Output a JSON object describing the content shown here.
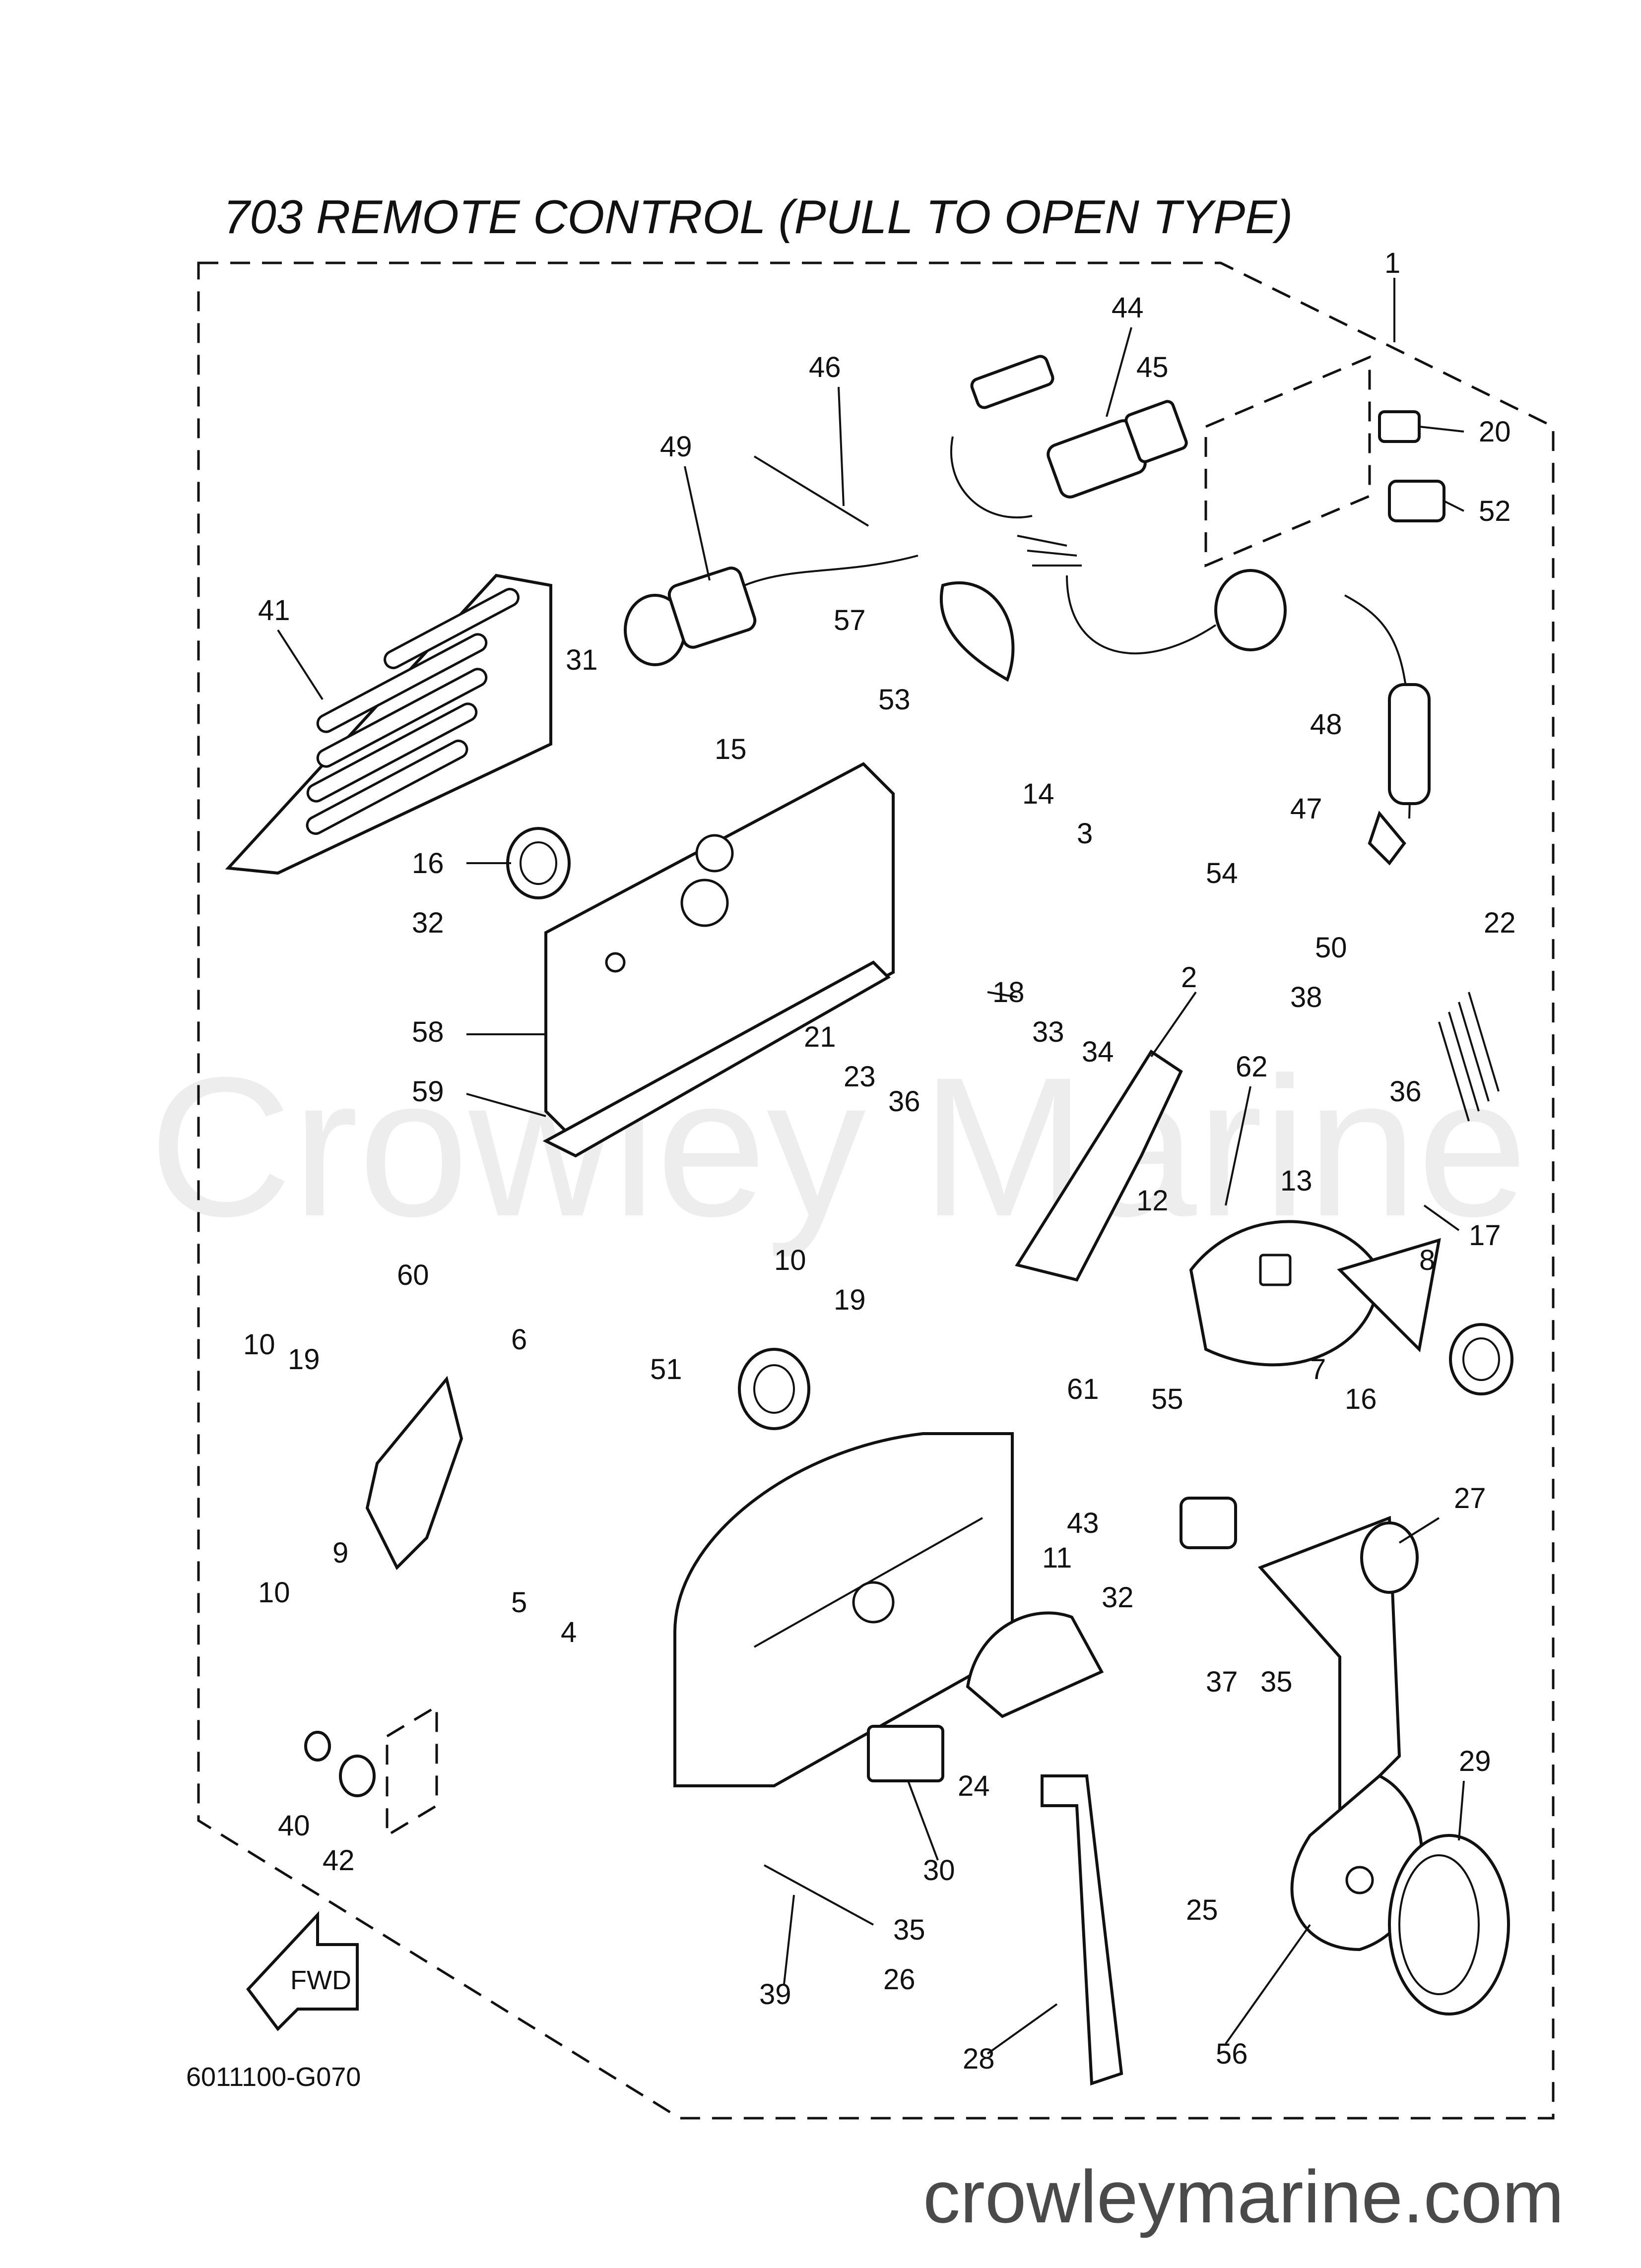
{
  "diagram": {
    "title": "703 REMOTE CONTROL (PULL TO OPEN TYPE)",
    "drawing_code": "6011100-G070",
    "direction_badge": "FWD",
    "watermark": "Crowley Marine",
    "site": "crowleymarine.com",
    "colors": {
      "line": "#111111",
      "watermark": "#d6d6d6",
      "site": "#4a4a4a"
    }
  },
  "callouts": [
    {
      "id": "c1",
      "label": "1"
    },
    {
      "id": "c2",
      "label": "2"
    },
    {
      "id": "c3",
      "label": "3"
    },
    {
      "id": "c4",
      "label": "4"
    },
    {
      "id": "c5",
      "label": "5"
    },
    {
      "id": "c6",
      "label": "6"
    },
    {
      "id": "c7",
      "label": "7"
    },
    {
      "id": "c8",
      "label": "8"
    },
    {
      "id": "c9",
      "label": "9"
    },
    {
      "id": "c10a",
      "label": "10"
    },
    {
      "id": "c10b",
      "label": "10"
    },
    {
      "id": "c10c",
      "label": "10"
    },
    {
      "id": "c11",
      "label": "11"
    },
    {
      "id": "c12",
      "label": "12"
    },
    {
      "id": "c13",
      "label": "13"
    },
    {
      "id": "c14",
      "label": "14"
    },
    {
      "id": "c15",
      "label": "15"
    },
    {
      "id": "c16a",
      "label": "16"
    },
    {
      "id": "c16b",
      "label": "16"
    },
    {
      "id": "c17",
      "label": "17"
    },
    {
      "id": "c18",
      "label": "18"
    },
    {
      "id": "c19a",
      "label": "19"
    },
    {
      "id": "c19b",
      "label": "19"
    },
    {
      "id": "c20",
      "label": "20"
    },
    {
      "id": "c21",
      "label": "21"
    },
    {
      "id": "c22",
      "label": "22"
    },
    {
      "id": "c23",
      "label": "23"
    },
    {
      "id": "c24",
      "label": "24"
    },
    {
      "id": "c25",
      "label": "25"
    },
    {
      "id": "c26",
      "label": "26"
    },
    {
      "id": "c27",
      "label": "27"
    },
    {
      "id": "c28",
      "label": "28"
    },
    {
      "id": "c29",
      "label": "29"
    },
    {
      "id": "c30",
      "label": "30"
    },
    {
      "id": "c31",
      "label": "31"
    },
    {
      "id": "c32a",
      "label": "32"
    },
    {
      "id": "c32b",
      "label": "32"
    },
    {
      "id": "c33",
      "label": "33"
    },
    {
      "id": "c34",
      "label": "34"
    },
    {
      "id": "c35a",
      "label": "35"
    },
    {
      "id": "c35b",
      "label": "35"
    },
    {
      "id": "c36a",
      "label": "36"
    },
    {
      "id": "c36b",
      "label": "36"
    },
    {
      "id": "c37",
      "label": "37"
    },
    {
      "id": "c38",
      "label": "38"
    },
    {
      "id": "c39",
      "label": "39"
    },
    {
      "id": "c40",
      "label": "40"
    },
    {
      "id": "c41",
      "label": "41"
    },
    {
      "id": "c42",
      "label": "42"
    },
    {
      "id": "c43",
      "label": "43"
    },
    {
      "id": "c44",
      "label": "44"
    },
    {
      "id": "c45",
      "label": "45"
    },
    {
      "id": "c46",
      "label": "46"
    },
    {
      "id": "c47",
      "label": "47"
    },
    {
      "id": "c48",
      "label": "48"
    },
    {
      "id": "c49",
      "label": "49"
    },
    {
      "id": "c50",
      "label": "50"
    },
    {
      "id": "c51",
      "label": "51"
    },
    {
      "id": "c52",
      "label": "52"
    },
    {
      "id": "c53",
      "label": "53"
    },
    {
      "id": "c54",
      "label": "54"
    },
    {
      "id": "c55",
      "label": "55"
    },
    {
      "id": "c56",
      "label": "56"
    },
    {
      "id": "c57",
      "label": "57"
    },
    {
      "id": "c58",
      "label": "58"
    },
    {
      "id": "c59",
      "label": "59"
    },
    {
      "id": "c60",
      "label": "60"
    },
    {
      "id": "c61",
      "label": "61"
    },
    {
      "id": "c62",
      "label": "62"
    }
  ]
}
